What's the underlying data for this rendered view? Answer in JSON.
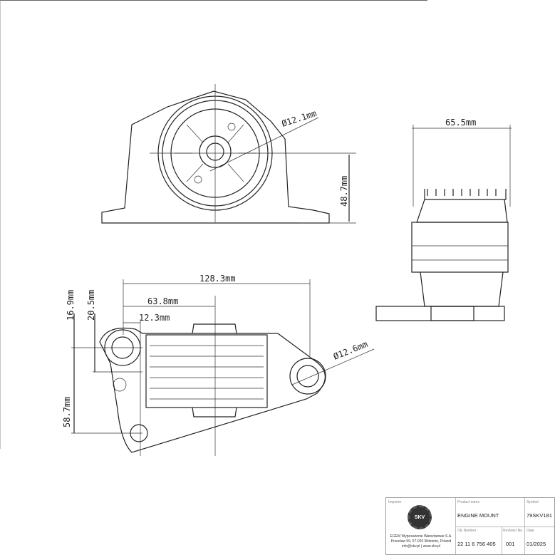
{
  "dimensions": {
    "front_hole_diameter": "Ø12.1mm",
    "front_height": "48.7mm",
    "side_width": "65.5mm",
    "overall_length": "128.3mm",
    "center_offset": "63.8mm",
    "hole_offset": "12.3mm",
    "vertical_a": "16.9mm",
    "vertical_b": "20.5mm",
    "vertical_c": "58.7mm",
    "right_hole_diameter": "Ø12.6mm"
  },
  "title_block": {
    "importer_label": "Importer",
    "importer_text": "EGEM Wyposażenie Warsztatowe S.A.",
    "importer_address": "Przecław 59, 07-020 Wołomin, Poland",
    "importer_contact": "info@skv.pl | www.skv.pl",
    "logo_text": "SKV",
    "product_name_label": "Product name",
    "product_name": "ENGINE MOUNT",
    "symbol_label": "Symbol",
    "symbol": "79SKV181",
    "oe_label": "OE Number",
    "oe_number": "22 11 6 756 405",
    "revision_label": "Revision No.",
    "revision": "001",
    "date_label": "Date",
    "date": "01/2025"
  }
}
